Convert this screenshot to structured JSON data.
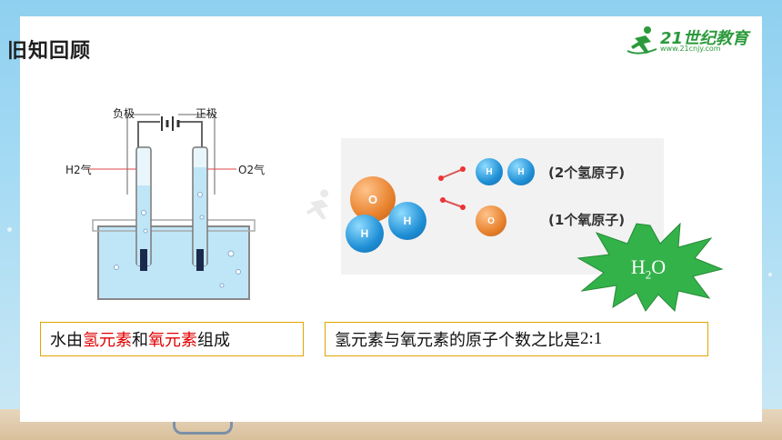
{
  "title": "旧知回顾",
  "logo": {
    "text": "21世纪教育",
    "url": "www.21cnjy.com"
  },
  "apparatus": {
    "negative_label": "负极",
    "positive_label": "正极",
    "left_gas": "H2气",
    "right_gas": "O2气"
  },
  "molecule": {
    "h_count_desc": "(2个氢原子)",
    "o_count_desc": "(1个氧原子)",
    "h_symbol": "H",
    "o_symbol": "O"
  },
  "badge": {
    "formula_main": "H",
    "formula_sub": "2",
    "formula_end": "O"
  },
  "statement1": {
    "prefix": "水由",
    "hydrogen": "氢元素",
    "middle": "和",
    "oxygen": "氧元素",
    "suffix": "组成"
  },
  "statement2": {
    "text": "氢元素与氧元素的原子个数之比是",
    "ratio": "2:1"
  },
  "colors": {
    "highlight": "#e00000",
    "box_border": "#e0a400",
    "badge": "#33b24a"
  }
}
